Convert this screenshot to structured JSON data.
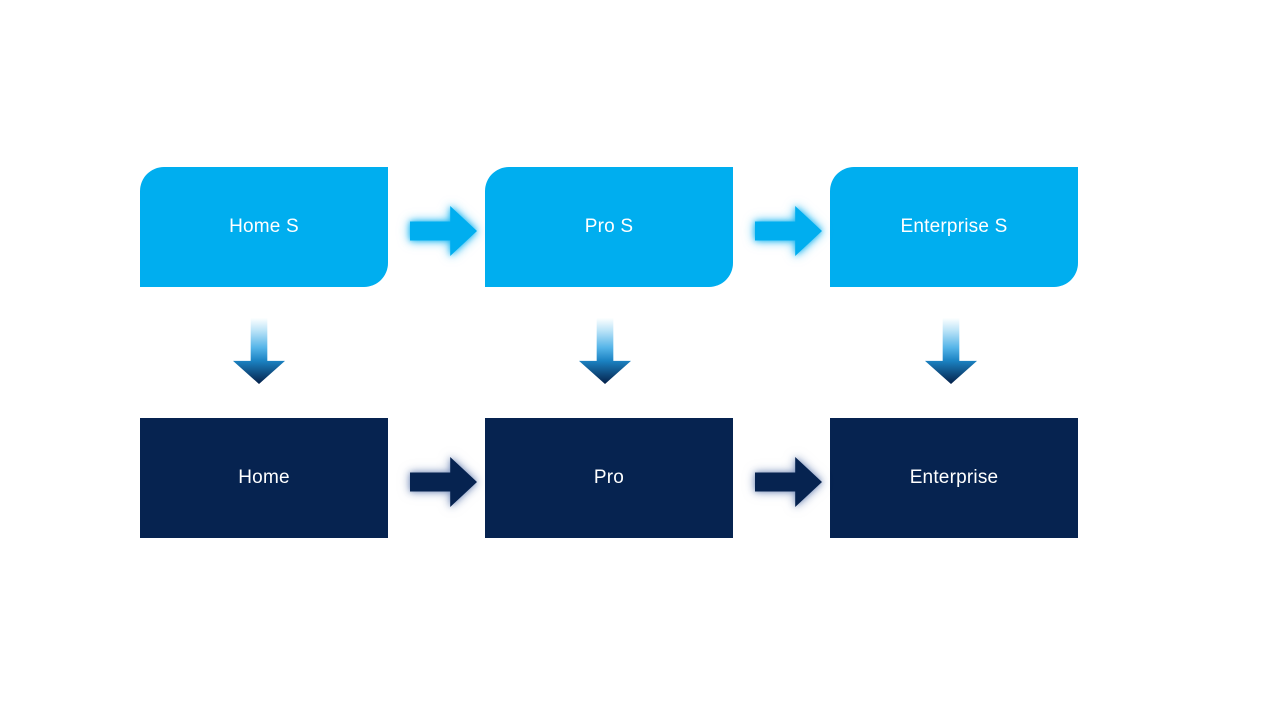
{
  "colors": {
    "background": "#FFFFFF",
    "light": "#00AEEF",
    "dark": "#062350",
    "node_text": "#FFFFFF",
    "light_glow": "rgba(0,174,239,0.7)",
    "dark_glow": "rgba(80,110,165,0.55)",
    "down_arrow_gradient": "linear-gradient(180deg, #FEFFFF 0%, #BFE5F8 18%, #55B4E8 45%, #1B82C2 65%, #052049 100%)"
  },
  "top_row": [
    {
      "label": "Home S"
    },
    {
      "label": "Pro S"
    },
    {
      "label": "Enterprise S"
    }
  ],
  "bottom_row": [
    {
      "label": "Home"
    },
    {
      "label": "Pro"
    },
    {
      "label": "Enterprise"
    }
  ],
  "icons": {
    "right_arrow": "right-arrow",
    "down_arrow": "down-arrow"
  }
}
